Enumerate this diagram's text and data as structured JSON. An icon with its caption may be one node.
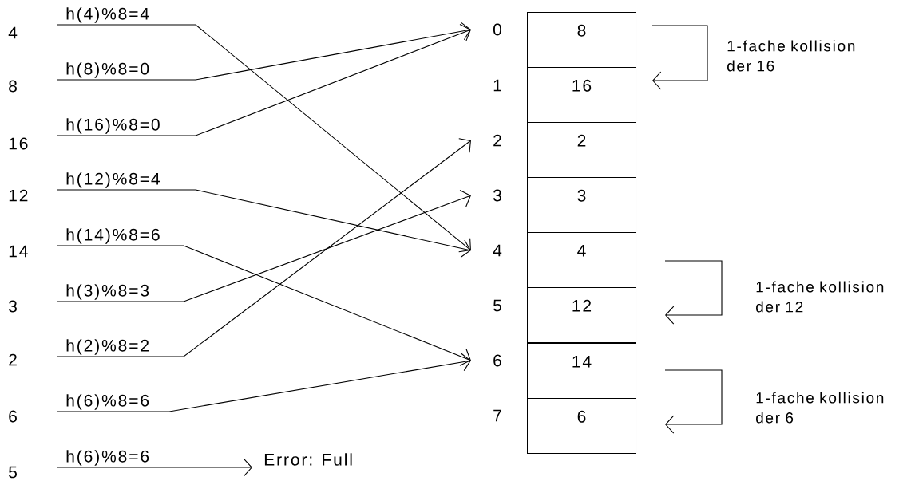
{
  "diagram": {
    "nodes": [
      {
        "text": [
          "h(4)%8=4"
        ]
      },
      {
        "text": [
          "h(8)%8=0"
        ]
      },
      {
        "text": [
          "h(16)%8=0"
        ]
      },
      {
        "text": [
          "h(12)%8=4"
        ]
      },
      {
        "text": [
          "h(14)%8=6"
        ]
      },
      {
        "text": [
          "h(3)%8=3"
        ]
      },
      {
        "text": [
          "h(2)%8=2"
        ]
      },
      {
        "text": [
          "h(6)%8=6"
        ]
      },
      {
        "text": [
          "h(6)%8=6"
        ]
      },
      {
        "text": [
          "0"
        ]
      },
      {
        "text": [
          "1"
        ]
      },
      {
        "text": [
          "2"
        ]
      },
      {
        "text": [
          "3"
        ]
      },
      {
        "text": [
          "4"
        ]
      },
      {
        "text": [
          "5"
        ]
      },
      {
        "text": [
          "6"
        ]
      },
      {
        "text": [
          "7"
        ]
      },
      {
        "text": [
          "8"
        ]
      },
      {
        "text": [
          "16"
        ]
      },
      {
        "text": [
          "2"
        ]
      },
      {
        "text": [
          "3"
        ]
      },
      {
        "text": [
          "4"
        ]
      },
      {
        "text": [
          "12"
        ]
      },
      {
        "text": [
          "14"
        ]
      },
      {
        "text": [
          "6"
        ]
      },
      {
        "text": [
          "Error: Full"
        ]
      }
    ],
    "edges": [
      {
        "from": 0,
        "to": 13,
        "arrow": "to"
      },
      {
        "from": 1,
        "to": 9,
        "arrow": "to"
      },
      {
        "from": 2,
        "to": 9,
        "arrow": "to"
      },
      {
        "from": 3,
        "to": 13,
        "arrow": "to"
      },
      {
        "from": 4,
        "to": 15,
        "arrow": "to"
      },
      {
        "from": 5,
        "to": 12,
        "arrow": "to"
      },
      {
        "from": 6,
        "to": 11,
        "arrow": "to"
      },
      {
        "from": 7,
        "to": 15,
        "arrow": "to"
      },
      {
        "from": 8,
        "to": 25,
        "arrow": "to"
      },
      {
        "from": 17,
        "to": 18,
        "arrow": "to",
        "label": "1-fache kollision der 16"
      },
      {
        "from": 21,
        "to": 22,
        "arrow": "to",
        "label": "1-fache kollision der 12"
      },
      {
        "from": 23,
        "to": 24,
        "arrow": "to",
        "label": "1-fache kollision der 6"
      }
    ],
    "labels": [
      "4",
      "8",
      "16",
      "12",
      "14",
      "3",
      "2",
      "6",
      "5"
    ]
  }
}
